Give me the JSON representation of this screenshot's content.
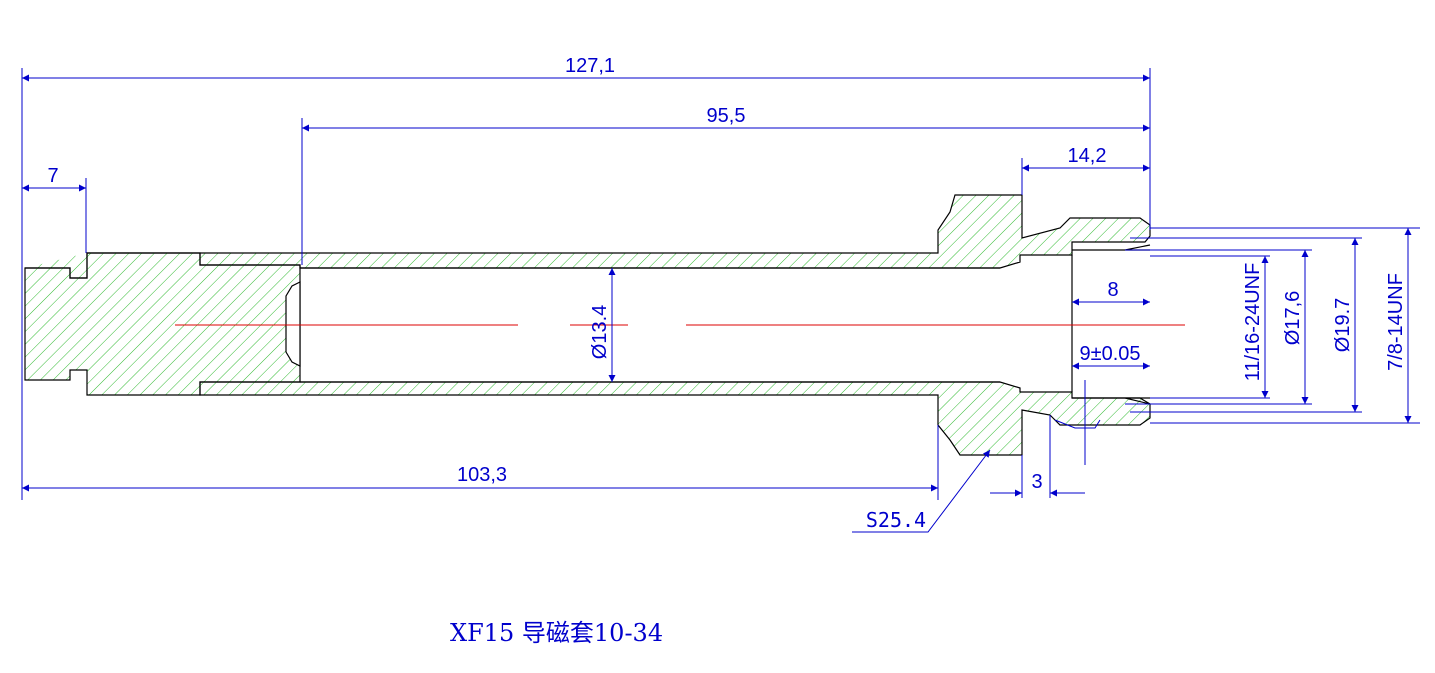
{
  "drawing": {
    "title": "XF15 导磁套10-34",
    "colors": {
      "outline": "#000000",
      "dimension": "#0000cc",
      "hatch": "#33bb33",
      "centerline": "#dd0000"
    },
    "dimensions": {
      "overall_length": "127,1",
      "bore_depth": "95,5",
      "flange_to_end": "14,2",
      "nose_length": "7",
      "length_to_flange": "103,3",
      "inner_diameter": "Ø13.4",
      "counterbore_depth": "8",
      "groove_position": "9±0.05",
      "groove_width": "3",
      "sphere_radius": "S25.4",
      "thread_inner": "11/16-24UNF",
      "diameter_17_6": "Ø17,6",
      "diameter_19_7": "Ø19.7",
      "thread_outer": "7/8-14UNF"
    }
  }
}
